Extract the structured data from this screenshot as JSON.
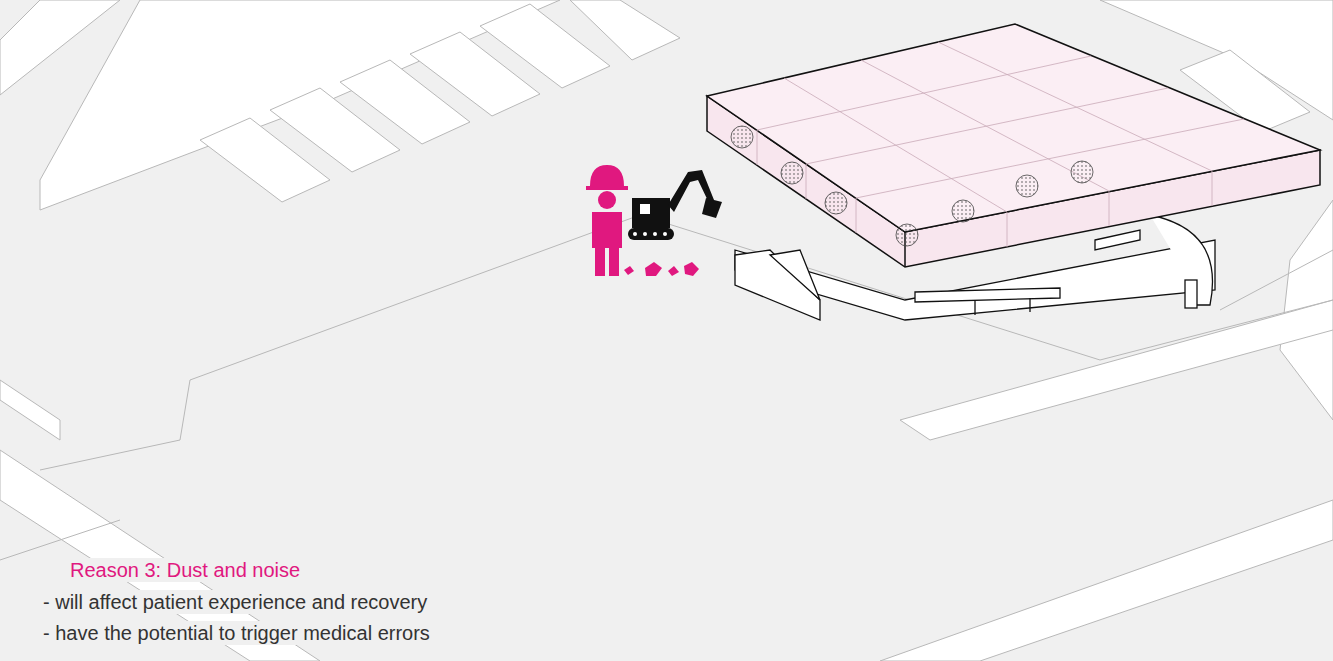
{
  "diagram": {
    "title": "Reason 3: Dust and noise",
    "labels": [
      "- will affect patient experience and recovery",
      "- have the potential to trigger medical errors"
    ]
  }
}
